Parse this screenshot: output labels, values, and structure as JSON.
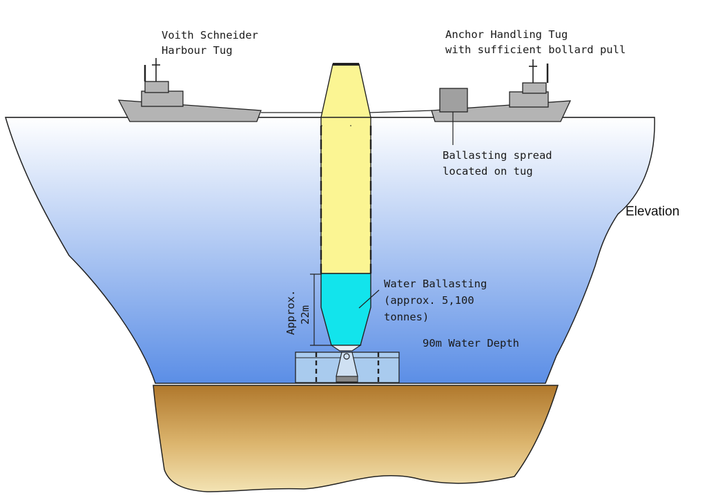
{
  "diagram": {
    "title": "Elevation",
    "harbour_tug": {
      "line1": "Voith Schneider",
      "line2": "Harbour Tug"
    },
    "anchor_tug": {
      "line1": "Anchor Handling Tug",
      "line2": "with sufficient bollard pull"
    },
    "ballasting_spread": {
      "line1": "Ballasting spread",
      "line2": "located on tug"
    },
    "water_ballasting": {
      "line1": "Water Ballasting",
      "line2": "(approx. 5,100",
      "line3": "tonnes)"
    },
    "water_depth": "90m Water Depth",
    "dimension": {
      "line1": "Approx.",
      "line2": "22m"
    },
    "colors": {
      "water_top": "#ffffff",
      "water_bottom": "#5b8ee6",
      "hull": "#fbf593",
      "ballast": "#12e4ec",
      "seabed_top": "#b0782c",
      "seabed_bottom": "#f3e3b3",
      "ship": "#b4b4b4",
      "base": "#a9cbee"
    }
  }
}
